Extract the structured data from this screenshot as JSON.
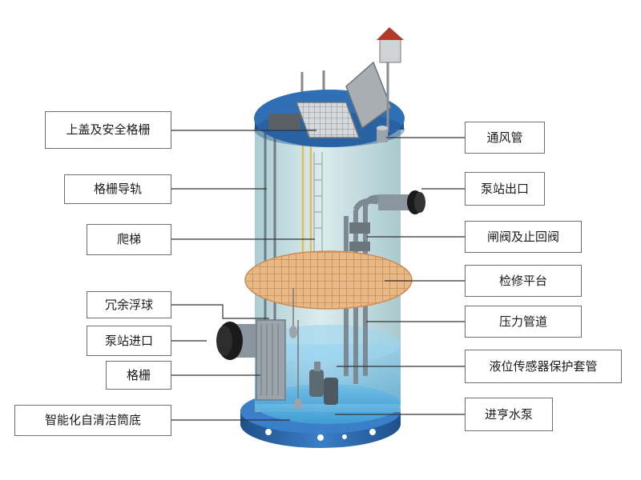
{
  "colors": {
    "blue": "#2f6fb5",
    "blue_dark": "#1f4f8a",
    "shell": "#9fc9cf",
    "water": "#5fb4e0",
    "platform": "#e8b887",
    "rail": "#e2bc55",
    "pipe": "#7d8a93",
    "grating": "#c8ccd0",
    "roof": "#b23a2a"
  },
  "labels_left": [
    {
      "id": "lid-grating",
      "text": "上盖及安全格栅"
    },
    {
      "id": "grating-rail",
      "text": "格栅导轨"
    },
    {
      "id": "ladder",
      "text": "爬梯"
    },
    {
      "id": "float-ball",
      "text": "冗余浮球"
    },
    {
      "id": "inlet",
      "text": "泵站进口"
    },
    {
      "id": "grating",
      "text": "格栅"
    },
    {
      "id": "self-clean-bottom",
      "text": "智能化自清洁筒底"
    }
  ],
  "labels_right": [
    {
      "id": "vent-pipe",
      "text": "通风管"
    },
    {
      "id": "outlet",
      "text": "泵站出口"
    },
    {
      "id": "valves",
      "text": "闸阀及止回阀"
    },
    {
      "id": "platform",
      "text": "检修平台"
    },
    {
      "id": "pressure-pipe",
      "text": "压力管道"
    },
    {
      "id": "sensor-sleeve",
      "text": "液位传感器保护套管"
    },
    {
      "id": "pump",
      "text": "进亨水泵"
    }
  ]
}
